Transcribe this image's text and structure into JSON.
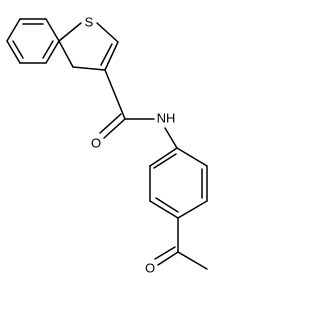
{
  "molecule": {
    "atoms": {
      "sulfur": "S",
      "amide_oxygen": "O",
      "amide_nitrogen": "NH",
      "ketone_oxygen": "O"
    },
    "colors": {
      "bond": "#000000",
      "label": "#000000",
      "background": "#ffffff"
    }
  }
}
